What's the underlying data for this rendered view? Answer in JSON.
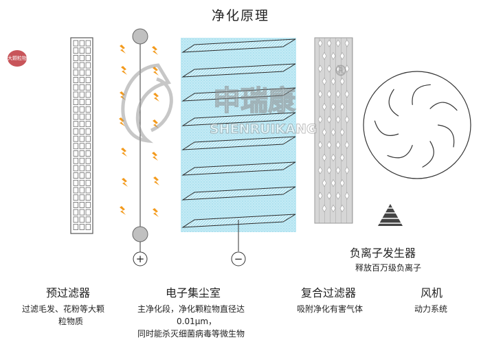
{
  "title": "净化原理",
  "badge": "大颗粒物",
  "watermark": {
    "brand_cn": "申瑞康",
    "brand_en": "SHENRUIKANG",
    "mark": "®"
  },
  "colors": {
    "accent_red": "#c8555a",
    "chamber": "#b8e6f2",
    "plate_fill": "#d2f0f8",
    "spark": "#f39a1c",
    "grey": "#cfcfcf"
  },
  "electrode": {
    "positive": "+",
    "negative": "−"
  },
  "ionizer": {
    "title": "负离子发生器",
    "desc": "释放百万级负离子"
  },
  "stages": [
    {
      "title": "预过滤器",
      "desc": [
        "过滤毛发、花粉等大颗",
        "粒物质"
      ]
    },
    {
      "title": "电子集尘室",
      "desc": [
        "主净化段，净化颗粒物直径达",
        "0.01μm，",
        "同时能杀灭细菌病毒等微生物"
      ]
    },
    {
      "title": "复合过滤器",
      "desc": [
        "吸附净化有害气体"
      ]
    },
    {
      "title": "风机",
      "desc": [
        "动力系统"
      ]
    }
  ]
}
